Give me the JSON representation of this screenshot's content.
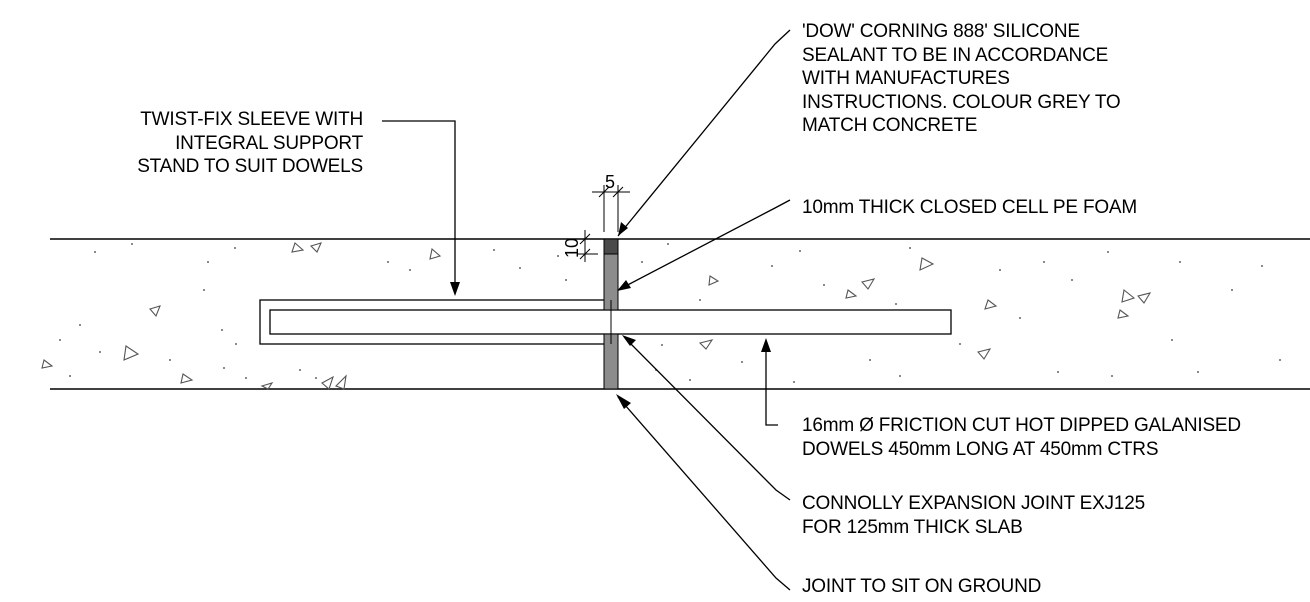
{
  "colors": {
    "line": "#000000",
    "background": "#ffffff",
    "joint_filler": "#8c8c8c",
    "sealant": "#4a4a4a",
    "aggregate": "#555555"
  },
  "annotations": {
    "sealant": {
      "lines": [
        "'DOW' CORNING 888' SILICONE",
        "SEALANT TO BE IN ACCORDANCE",
        "WITH MANUFACTURES",
        "INSTRUCTIONS. COLOUR GREY TO",
        "MATCH CONCRETE"
      ]
    },
    "sleeve": {
      "lines": [
        "TWIST-FIX SLEEVE WITH",
        "INTEGRAL SUPPORT",
        "STAND TO SUIT DOWELS"
      ]
    },
    "foam": {
      "lines": [
        "10mm THICK CLOSED CELL PE FOAM"
      ]
    },
    "dowel": {
      "lines": [
        "16mm Ø FRICTION CUT HOT DIPPED GALANISED",
        "DOWELS 450mm LONG AT 450mm CTRS"
      ]
    },
    "joint": {
      "lines": [
        "CONNOLLY EXPANSION JOINT EXJ125",
        "FOR 125mm THICK SLAB"
      ]
    },
    "ground": {
      "lines": [
        "JOINT TO SIT ON GROUND"
      ]
    }
  },
  "dimensions": {
    "sealant_width": "5",
    "sealant_depth": "10"
  }
}
